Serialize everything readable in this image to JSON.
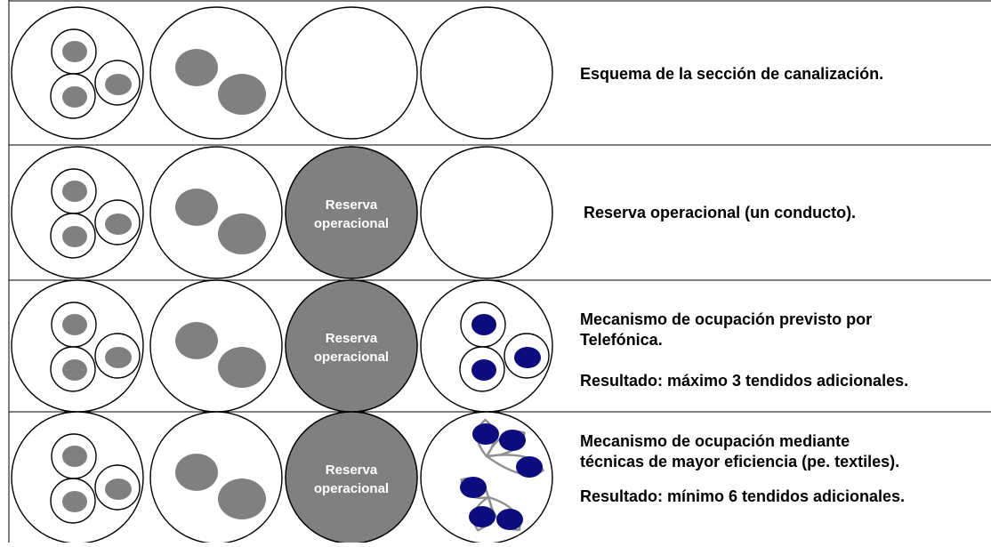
{
  "rows": [
    {
      "captions": [
        "Esquema de la sección de canalización."
      ],
      "reserve": null,
      "fourth": "empty"
    },
    {
      "captions": [
        "Reserva operacional (un conducto)."
      ],
      "reserve": [
        "Reserva",
        "operacional"
      ],
      "fourth": "empty"
    },
    {
      "captions": [
        "Mecanismo de ocupación previsto por",
        "Telefónica.",
        "Resultado: máximo 3 tendidos adicionales."
      ],
      "reserve": [
        "Reserva",
        "operacional"
      ],
      "fourth": "subducts-3"
    },
    {
      "captions": [
        "Mecanismo de ocupación mediante",
        "técnicas de mayor eficiencia (pe. textiles).",
        "Resultado: mínimo 6 tendidos adicionales."
      ],
      "reserve": [
        "Reserva",
        "operacional"
      ],
      "fourth": "textile-6"
    }
  ],
  "colors": {
    "cable_grey": "#808080",
    "reserve_fill": "#808080",
    "new_cable": "#0c0c7f",
    "textile_outline": "#909090",
    "line": "#000000"
  }
}
